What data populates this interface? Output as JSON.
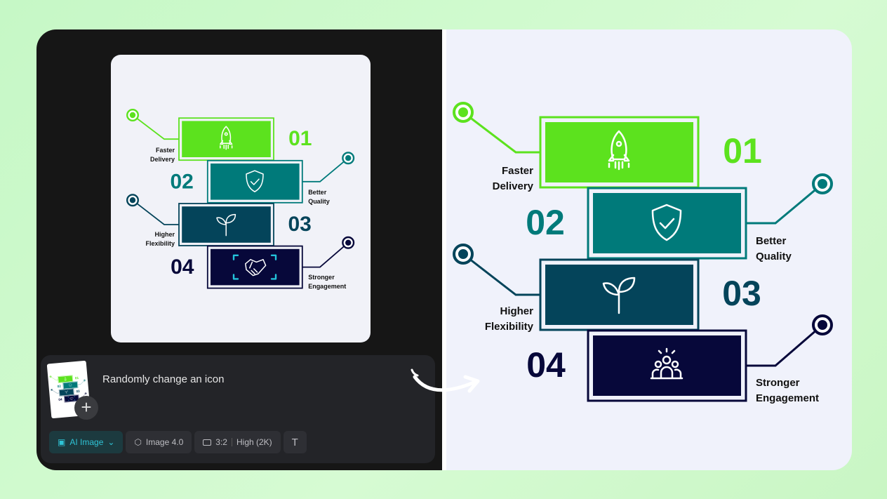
{
  "prompt": {
    "text": "Randomly change an icon",
    "add_icon": "plus-icon"
  },
  "chips": {
    "mode": "AI Image",
    "model": "Image 4.0",
    "ratio": "3:2",
    "quality": "High (2K)"
  },
  "infographic": {
    "steps": [
      {
        "number": "01",
        "label": [
          "Faster",
          "Delivery"
        ],
        "color": "#5ce21e",
        "icon": "rocket"
      },
      {
        "number": "02",
        "label": [
          "Better",
          "Quality"
        ],
        "color": "#007a7a",
        "icon": "shield-check"
      },
      {
        "number": "03",
        "label": [
          "Higher",
          "Flexibility"
        ],
        "color": "#04445a",
        "icon": "sprout"
      },
      {
        "number": "04",
        "label": [
          "Stronger",
          "Engagement"
        ],
        "color": "#07083a",
        "icon": "handshake"
      }
    ],
    "after_icon_04": "people-group"
  },
  "colors": {
    "accent_bg": "#c6f8c6",
    "dark_panel": "#161616",
    "light_panel": "#f0f2fb"
  }
}
